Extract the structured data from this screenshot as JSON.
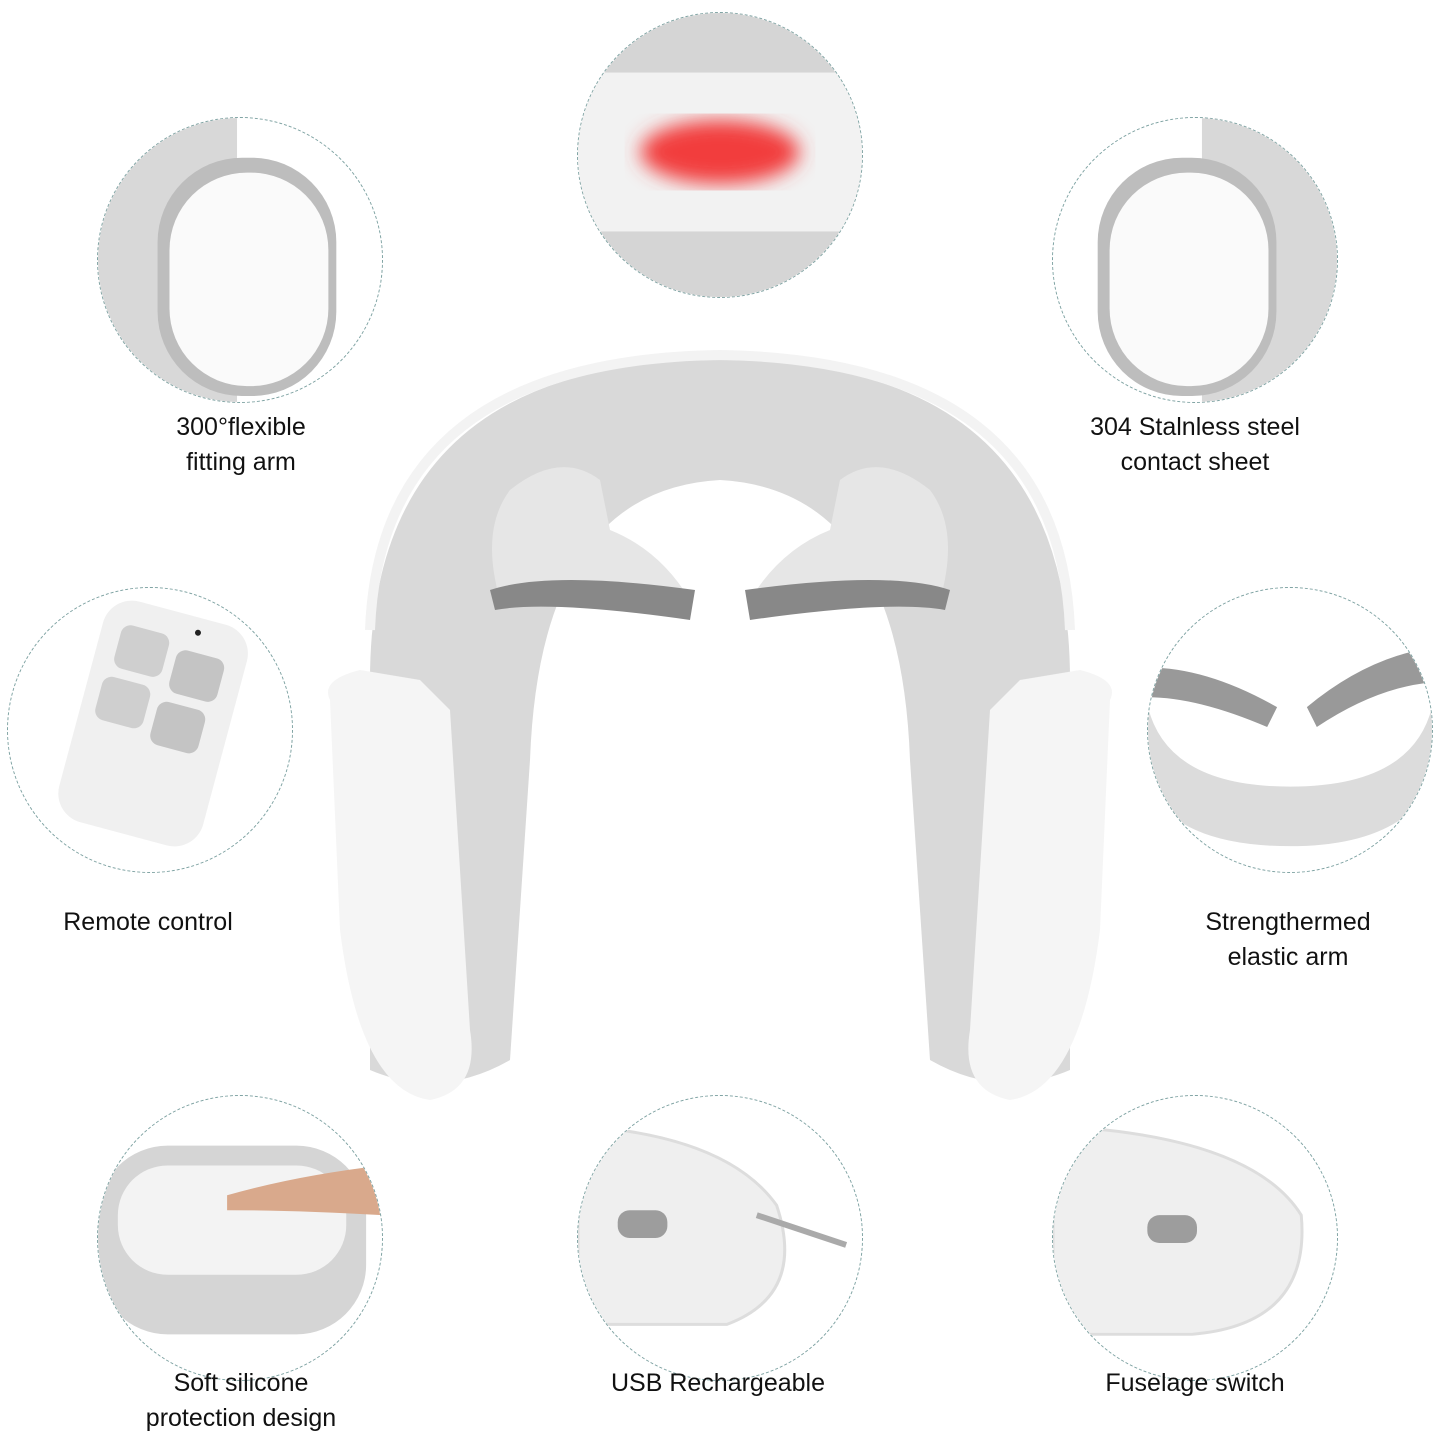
{
  "features": [
    {
      "id": "flexible-arm",
      "lines": [
        "300°flexible",
        "fitting arm"
      ]
    },
    {
      "id": "heating",
      "lines": []
    },
    {
      "id": "stainless-steel",
      "lines": [
        "304 Stalnless steel",
        "contact sheet"
      ]
    },
    {
      "id": "remote-control",
      "lines": [
        "Remote control"
      ]
    },
    {
      "id": "elastic-arm",
      "lines": [
        "Strengthermed",
        "elastic arm"
      ]
    },
    {
      "id": "silicone",
      "lines": [
        "Soft silicone",
        "protection design"
      ]
    },
    {
      "id": "usb",
      "lines": [
        "USB Rechargeable"
      ]
    },
    {
      "id": "switch",
      "lines": [
        "Fuselage switch"
      ]
    }
  ],
  "colors": {
    "body": "#f4f4f4",
    "grey": "#d9d9d9",
    "heat": "#f23c3c",
    "border": "#7fa3a3",
    "metal": "#b8b8b8"
  }
}
